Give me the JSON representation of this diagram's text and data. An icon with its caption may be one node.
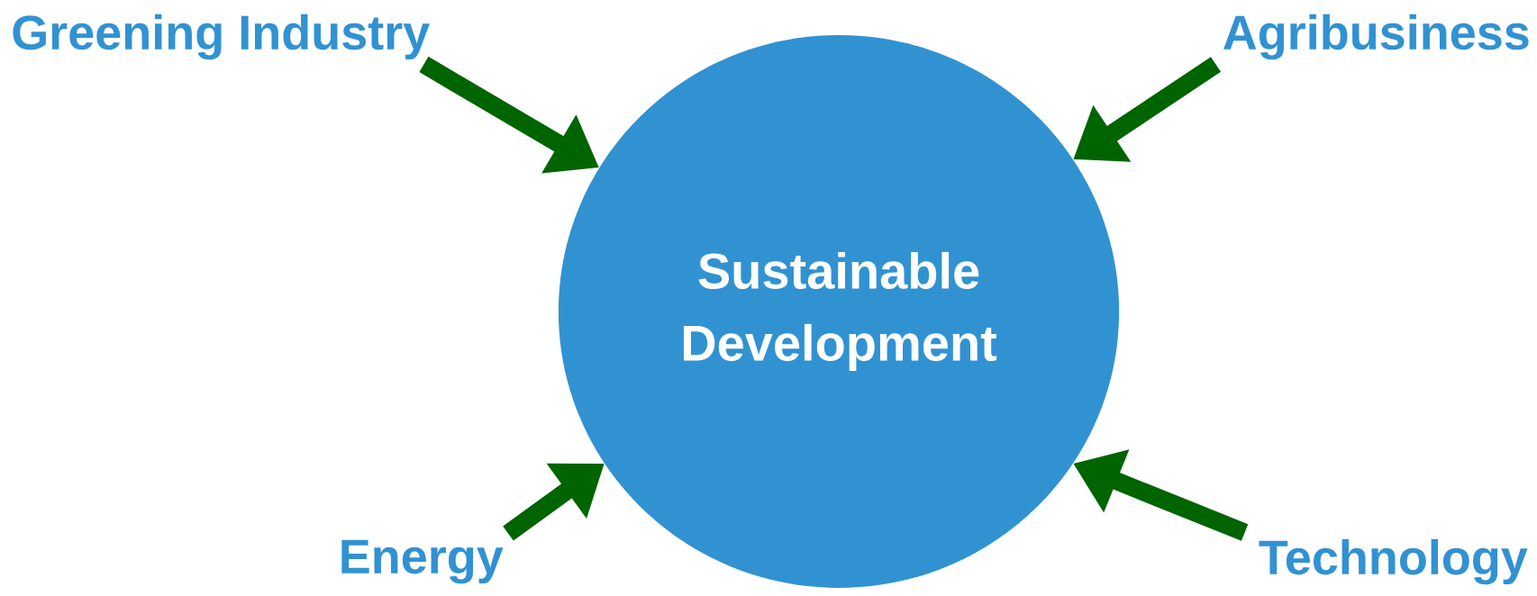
{
  "diagram": {
    "nodes": [
      {
        "text": [
          "Sustainable Development"
        ]
      },
      {
        "text": [
          "Greening Industry"
        ]
      },
      {
        "text": [
          "Agribusiness"
        ]
      },
      {
        "text": [
          "Energy"
        ]
      },
      {
        "text": [
          "Technology"
        ]
      }
    ],
    "edges": [
      {
        "from": 1,
        "to": 0,
        "arrow": "to"
      },
      {
        "from": 2,
        "to": 0,
        "arrow": "to"
      },
      {
        "from": 3,
        "to": 0,
        "arrow": "to"
      },
      {
        "from": 4,
        "to": 0,
        "arrow": "to"
      }
    ]
  }
}
